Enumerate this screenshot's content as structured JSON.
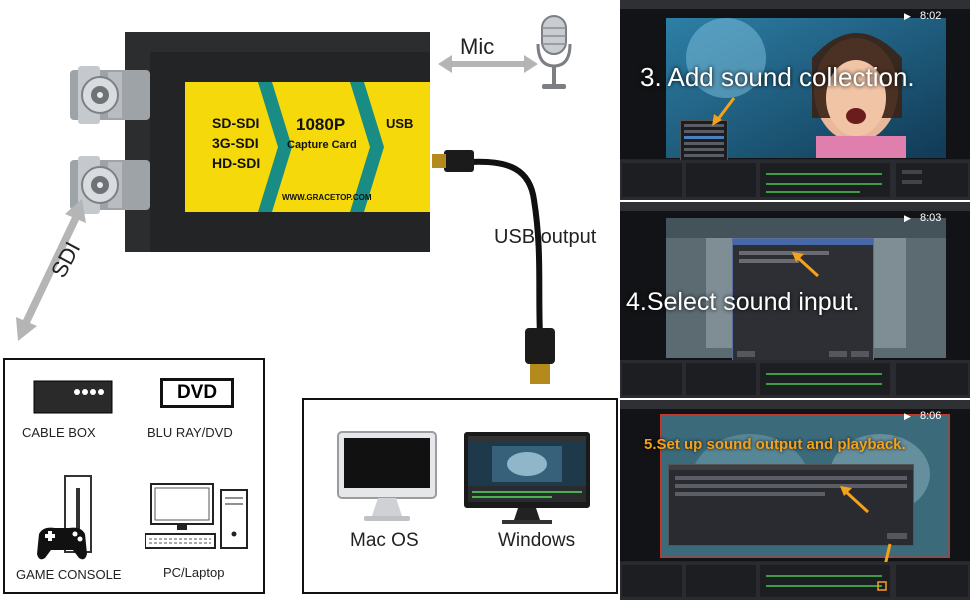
{
  "device": {
    "inputs": "SD-SDI\n3G-SDI\nHD-SDI",
    "input_lines": [
      "SD-SDI",
      "3G-SDI",
      "HD-SDI"
    ],
    "title_line1": "1080P",
    "title_line2": "Capture Card",
    "usb": "USB",
    "website": "WWW.GRACETOP.COM"
  },
  "labels": {
    "mic": "Mic",
    "sdi": "SDI",
    "usb_output": "USB output"
  },
  "sources": {
    "cable_box": "CABLE BOX",
    "dvd_logo": "DVD",
    "blu_ray": "BLU RAY/DVD",
    "game_console": "GAME CONSOLE",
    "pc": "PC/Laptop"
  },
  "systems": {
    "mac": "Mac OS",
    "windows": "Windows"
  },
  "steps": [
    {
      "time": "8:02",
      "text": "3. Add sound collection."
    },
    {
      "time": "8:03",
      "text": "4.Select sound input."
    },
    {
      "time": "8:06",
      "text": "5.Set up sound output and playback."
    }
  ],
  "colors": {
    "yellow": "#f5d90a",
    "teal": "#1a8c86",
    "orange": "#f5a21b",
    "obs_bg": "#242529"
  }
}
